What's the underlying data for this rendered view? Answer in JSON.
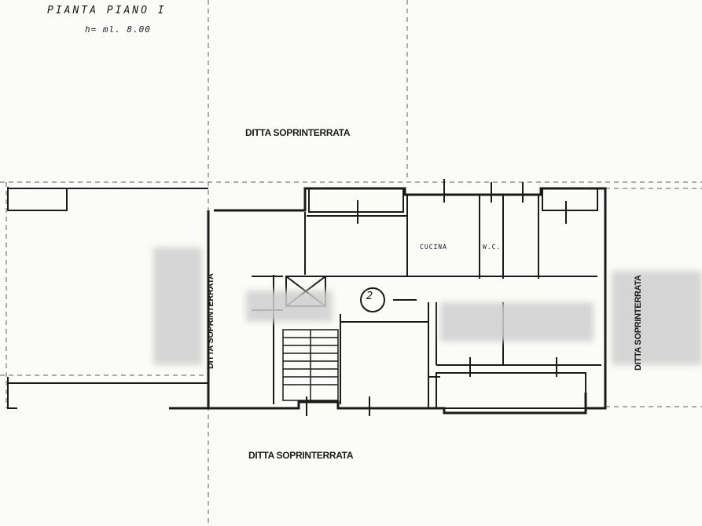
{
  "title": "PIANTA PIANO I",
  "subtitle": "h= ml. 8.00",
  "neighbors": {
    "top": "DITTA SOPRINTERRATA",
    "bottom": "DITTA SOPRINTERRATA",
    "left": "DITTA SOPRINTERRATA",
    "right": "DITTA SOPRINTERRATA"
  },
  "rooms": {
    "kitchen": "CUCINA",
    "bathroom": "W.C."
  },
  "stair_number": "2",
  "colors": {
    "ink": "#1a1a1a",
    "paper": "#fbfbf8",
    "redaction": "#cfcfcf"
  }
}
